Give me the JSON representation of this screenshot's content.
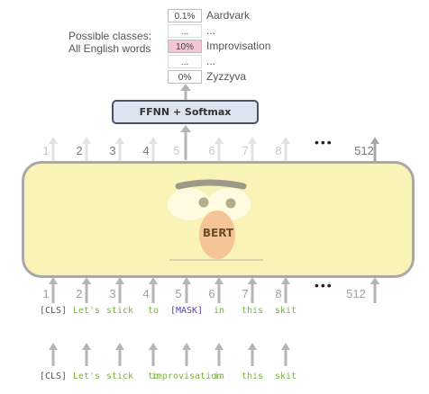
{
  "possible_classes": {
    "line1": "Possible classes:",
    "line2": "All English words"
  },
  "class_rows": [
    {
      "pct": "0.1%",
      "name": "Aardvark",
      "highlight": false
    },
    {
      "pct": "...",
      "name": "...",
      "highlight": false
    },
    {
      "pct": "10%",
      "name": "Improvisation",
      "highlight": true
    },
    {
      "pct": "...",
      "name": "...",
      "highlight": false
    },
    {
      "pct": "0%",
      "name": "Zyzzyva",
      "highlight": false
    }
  ],
  "ffnn_label": "FFNN + Softmax",
  "bert_label": "BERT",
  "top_positions": [
    "1",
    "2",
    "3",
    "4",
    "5",
    "6",
    "7",
    "8",
    "512"
  ],
  "bottom_positions": [
    "1",
    "2",
    "3",
    "4",
    "5",
    "6",
    "7",
    "8",
    "512"
  ],
  "ellipsis": "•••",
  "masked_tokens": [
    "[CLS]",
    "Let's",
    "stick",
    "to",
    "[MASK]",
    "in",
    "this",
    "skit"
  ],
  "input_tokens": [
    "[CLS]",
    "Let's",
    "stick",
    "to",
    "improvisation",
    "in",
    "this",
    "skit"
  ],
  "colors": {
    "bert_body": "#faf3b8",
    "bert_border": "#a8a8a8",
    "nose": "#f5c597",
    "mask_token": "#5b3fa6",
    "word_token": "#7cb342",
    "cls_token": "#555555",
    "highlight": "#f4c6d2",
    "arrow": "#b5b5b5"
  }
}
